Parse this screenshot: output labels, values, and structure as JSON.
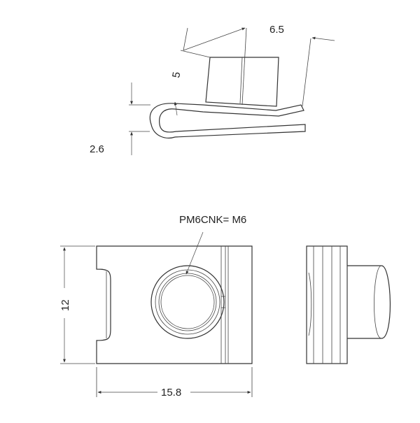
{
  "dimensions": {
    "width_top": "6.5",
    "height_top": "5",
    "thickness_top": "2.6",
    "height_front": "12",
    "width_front": "15.8"
  },
  "callout": {
    "label": "PM6CNK= M6"
  },
  "colors": {
    "line": "#333333",
    "background": "#ffffff"
  }
}
